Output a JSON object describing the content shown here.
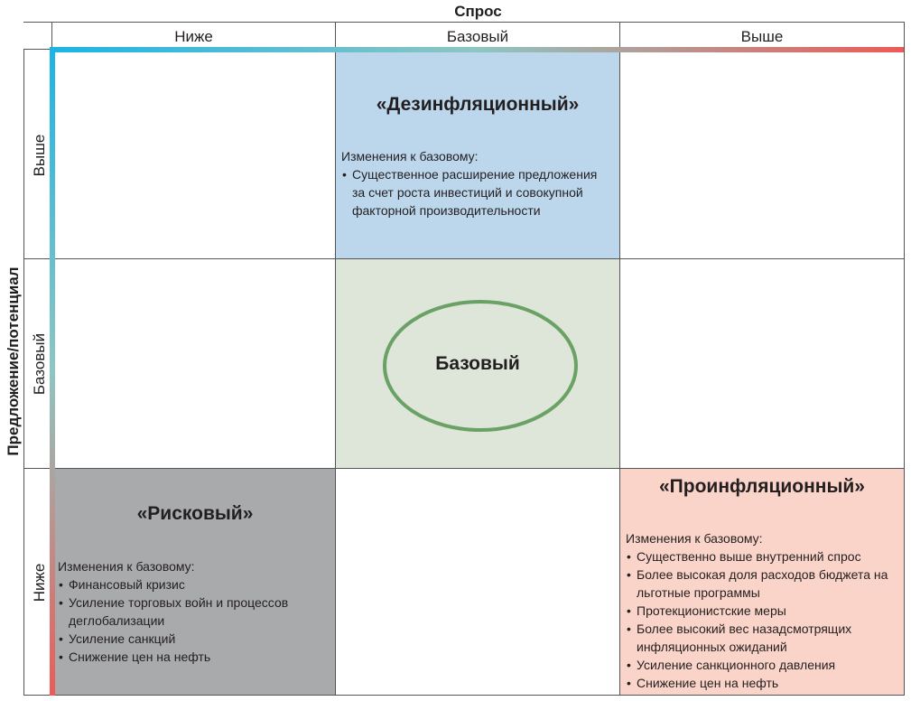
{
  "axes": {
    "x_title": "Спрос",
    "y_title": "Предложение/потенциал",
    "columns": [
      "Ниже",
      "Базовый",
      "Выше"
    ],
    "rows": [
      "Выше",
      "Базовый",
      "Ниже"
    ]
  },
  "colors": {
    "gradient_start": "#1bb4e6",
    "gradient_mid": "#8ec6c2",
    "gradient_end": "#ec5b56",
    "disinflation_fill": "#bcd7ec",
    "base_fill": "#dee5d9",
    "base_ellipse": "#6aa165",
    "risk_fill": "#a9aaac",
    "proinflation_fill": "#fbd4c9"
  },
  "scenarios": {
    "disinflation": {
      "title": "«Дезинфляционный»",
      "changes_label": "Изменения к базовому:",
      "items": [
        "Существенное расширение предложения за счет роста инвестиций и совокупной факторной производительности"
      ]
    },
    "base": {
      "title": "Базовый"
    },
    "risk": {
      "title": "«Рисковый»",
      "changes_label": "Изменения к базовому:",
      "items": [
        "Финансовый кризис",
        "Усиление торговых войн и процессов деглобализации",
        "Усиление санкций",
        "Снижение цен на нефть"
      ]
    },
    "proinflation": {
      "title": "«Проинфляционный»",
      "changes_label": "Изменения к базовому:",
      "items": [
        "Существенно выше внутренний спрос",
        "Более высокая доля расходов бюджета на льготные программы",
        "Протекционистские меры",
        "Более высокий вес назадсмотрящих инфляционных ожиданий",
        "Усиление санкционного давления",
        "Снижение цен на нефть"
      ]
    }
  }
}
